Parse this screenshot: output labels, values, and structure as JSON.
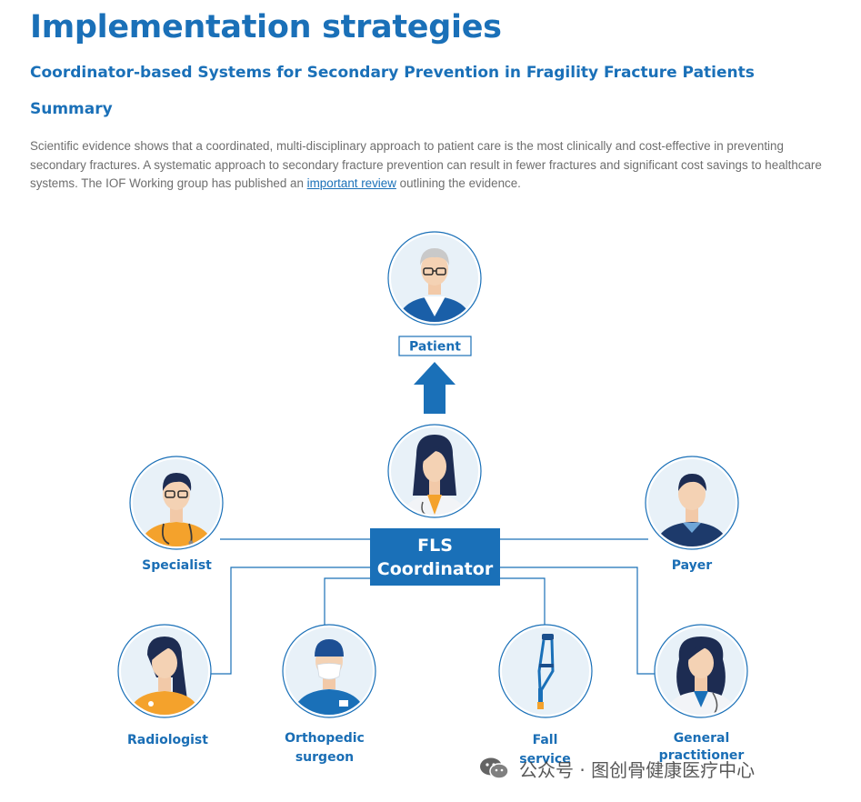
{
  "header": {
    "title": "Implementation strategies",
    "subtitle": "Coordinator-based Systems for Secondary Prevention in Fragility Fracture Patients",
    "section_heading": "Summary"
  },
  "summary": {
    "text_before_link": "Scientific evidence shows that a coordinated, multi-disciplinary approach to patient care is the most clinically and cost-effective in preventing secondary fractures. A systematic approach to secondary fracture prevention can result in fewer fractures and significant cost savings to healthcare systems. The IOF Working group has published an ",
    "link_text": "important review",
    "text_after_link": " outlining the evidence."
  },
  "diagram": {
    "center_line1": "FLS",
    "center_line2": "Coordinator",
    "patient_label": "Patient",
    "nodes": {
      "specialist": "Specialist",
      "payer": "Payer",
      "radiologist": "Radiologist",
      "orthopedic_line1": "Orthopedic",
      "orthopedic_line2": "surgeon",
      "fall_line1": "Fall",
      "fall_line2": "service",
      "gp_line1": "General",
      "gp_line2": "practitioner"
    }
  },
  "watermark": {
    "text": "公众号 · 图创骨健康医疗中心",
    "icon": "wechat-icon"
  },
  "colors": {
    "brand_blue": "#1a70b8",
    "accent_orange": "#f4a22c",
    "navy": "#1d3a6b"
  }
}
